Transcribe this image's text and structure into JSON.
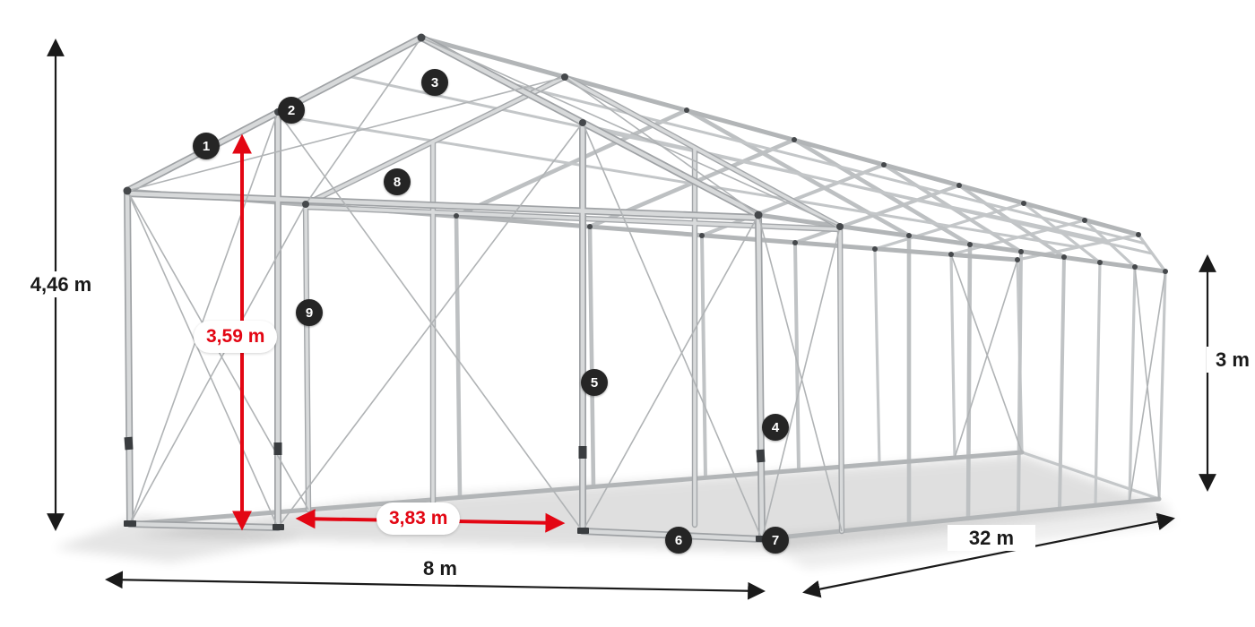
{
  "diagram": {
    "dimensions": {
      "total_height": "4,46 m",
      "inner_height": "3,59 m",
      "inner_width": "3,83 m",
      "side_height": "3 m",
      "front_width": "8 m",
      "length": "32 m"
    },
    "callouts": [
      "1",
      "2",
      "3",
      "4",
      "5",
      "6",
      "7",
      "8",
      "9"
    ],
    "colors": {
      "accent_red": "#e30613",
      "badge_background": "#252525",
      "frame_gray": "#c0c3c5"
    }
  }
}
